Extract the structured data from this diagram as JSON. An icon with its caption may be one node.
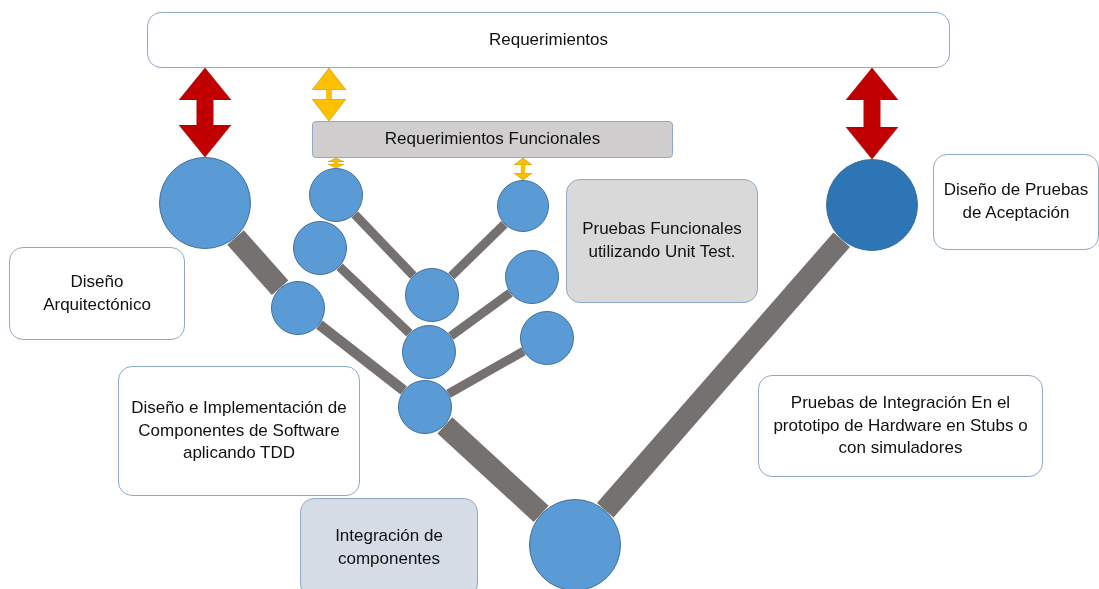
{
  "diagram": {
    "nodes": [
      {
        "text": [
          "Requerimientos"
        ]
      },
      {
        "text": [
          "Requerimientos Funcionales"
        ]
      },
      {
        "text": [
          "Diseño Arquitectónico"
        ]
      },
      {
        "text": [
          "Pruebas Funcionales utilizando Unit Test."
        ]
      },
      {
        "text": [
          "Diseño de Pruebas de Aceptación"
        ]
      },
      {
        "text": [
          "Diseño e Implementación de Componentes de Software aplicando TDD"
        ]
      },
      {
        "text": [
          "Integración de componentes"
        ]
      },
      {
        "text": [
          "Pruebas de Integración En el prototipo de Hardware en Stubs o con simuladores"
        ]
      },
      {
        "text": [],
        "shape": "circle"
      },
      {
        "text": [],
        "shape": "circle"
      },
      {
        "text": [],
        "shape": "circle"
      },
      {
        "text": [],
        "shape": "circle"
      },
      {
        "text": [],
        "shape": "circle"
      },
      {
        "text": [],
        "shape": "circle"
      },
      {
        "text": [],
        "shape": "circle"
      },
      {
        "text": [],
        "shape": "circle"
      },
      {
        "text": [],
        "shape": "circle"
      },
      {
        "text": [],
        "shape": "circle"
      },
      {
        "text": [],
        "shape": "circle"
      },
      {
        "text": [],
        "shape": "circle"
      }
    ],
    "edges": [
      {
        "from": 0,
        "to": 8,
        "arrow": "both",
        "style": "thick",
        "color": "#c00000"
      },
      {
        "from": 0,
        "to": 11,
        "arrow": "both",
        "style": "thick",
        "color": "#c00000"
      },
      {
        "from": 0,
        "to": 1,
        "arrow": "both",
        "color": "#ffc000"
      },
      {
        "from": 1,
        "to": 9,
        "arrow": "both",
        "color": "#ffc000"
      },
      {
        "from": 1,
        "to": 10,
        "arrow": "both",
        "color": "#ffc000"
      },
      {
        "from": 8,
        "to": 13,
        "arrow": "none",
        "style": "thick"
      },
      {
        "from": 13,
        "to": 18,
        "arrow": "none"
      },
      {
        "from": 18,
        "to": 19,
        "arrow": "none",
        "style": "thick"
      },
      {
        "from": 19,
        "to": 11,
        "arrow": "none",
        "style": "thick"
      },
      {
        "from": 12,
        "to": 16,
        "arrow": "none"
      },
      {
        "from": 9,
        "to": 14,
        "arrow": "none"
      },
      {
        "from": 14,
        "to": 10,
        "arrow": "none"
      },
      {
        "from": 16,
        "to": 15,
        "arrow": "none"
      },
      {
        "from": 18,
        "to": 17,
        "arrow": "none"
      }
    ]
  }
}
